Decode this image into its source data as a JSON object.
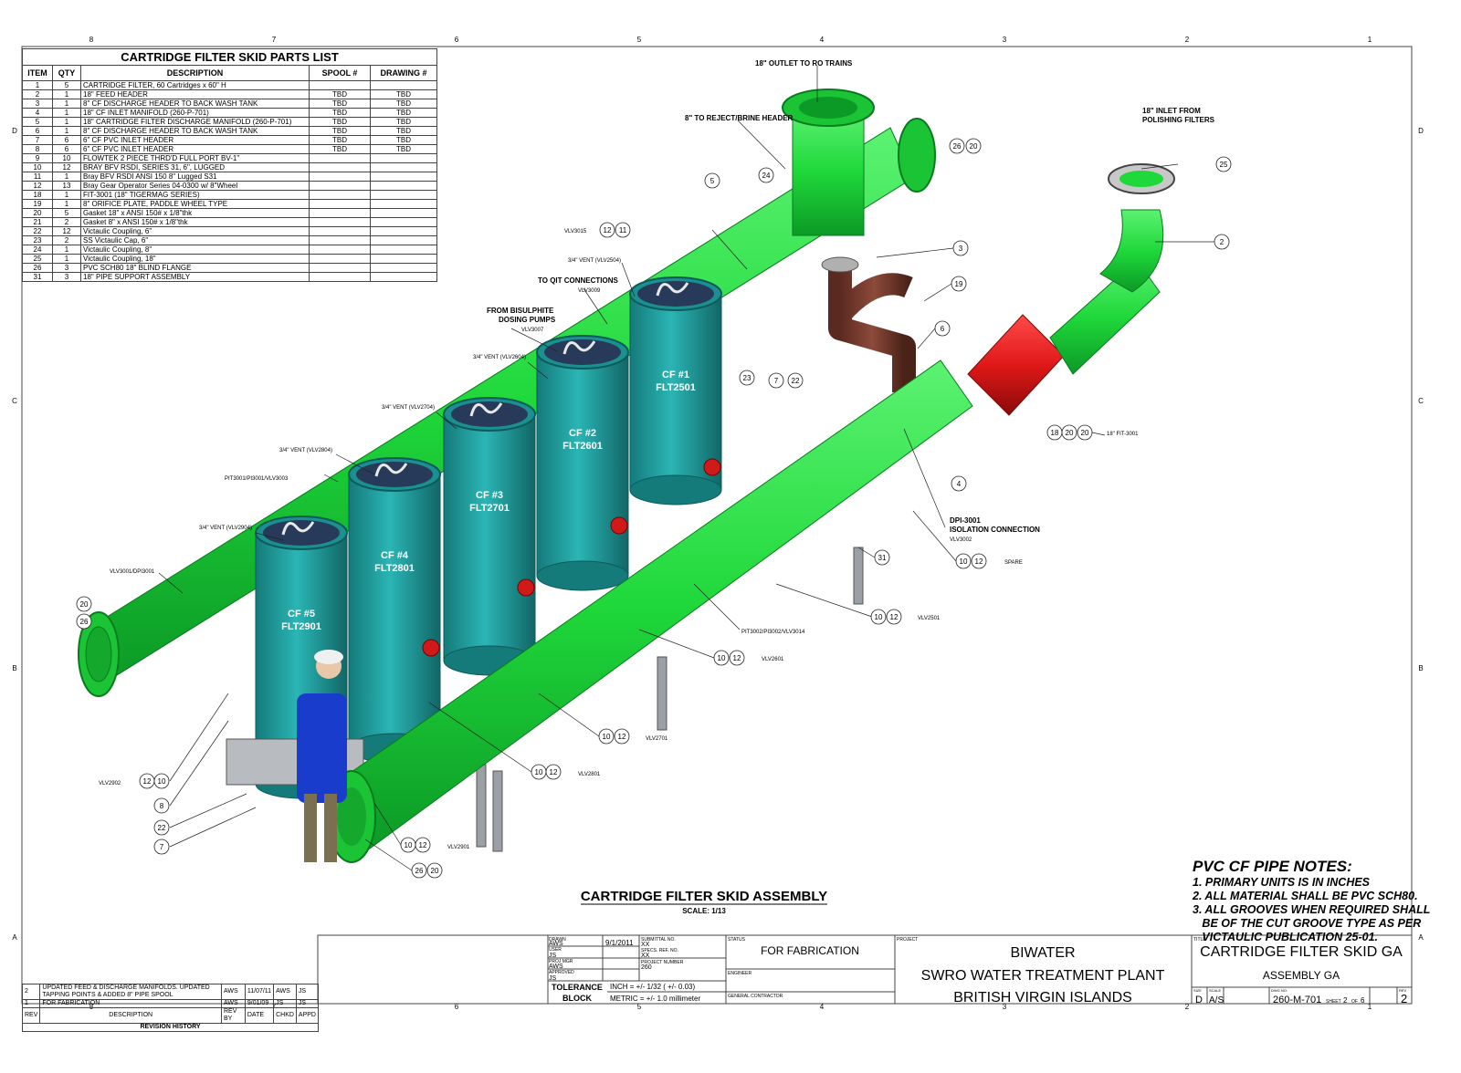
{
  "grid": {
    "cols": [
      "8",
      "7",
      "6",
      "5",
      "4",
      "3",
      "2",
      "1"
    ],
    "rows": [
      "D",
      "C",
      "B",
      "A"
    ]
  },
  "parts_list": {
    "title": "CARTRIDGE FILTER SKID PARTS LIST",
    "headers": [
      "ITEM",
      "QTY",
      "DESCRIPTION",
      "SPOOL #",
      "DRAWING #"
    ],
    "rows": [
      [
        "1",
        "5",
        "CARTRIDGE FILTER, 60 Cartridges x 60\" H",
        "",
        ""
      ],
      [
        "2",
        "1",
        "18\" FEED HEADER",
        "TBD",
        "TBD"
      ],
      [
        "3",
        "1",
        "8\" CF DISCHARGE HEADER TO BACK WASH TANK",
        "TBD",
        "TBD"
      ],
      [
        "4",
        "1",
        "18\" CF INLET MANIFOLD (260-P-701)",
        "TBD",
        "TBD"
      ],
      [
        "5",
        "1",
        "18\" CARTRIDGE FILTER DISCHARGE MANIFOLD  (260-P-701)",
        "TBD",
        "TBD"
      ],
      [
        "6",
        "1",
        "8\" CF DISCHARGE HEADER TO BACK WASH TANK",
        "TBD",
        "TBD"
      ],
      [
        "7",
        "6",
        "6\" CF PVC INLET HEADER",
        "TBD",
        "TBD"
      ],
      [
        "8",
        "6",
        "6\" CF PVC INLET HEADER",
        "TBD",
        "TBD"
      ],
      [
        "9",
        "10",
        "FLOWTEK 2 PIECE THRD'D FULL PORT BV-1\"",
        "",
        ""
      ],
      [
        "10",
        "12",
        "BRAY BFV RSDI, SERIES 31, 6\", LUGGED",
        "",
        ""
      ],
      [
        "11",
        "1",
        "Bray BFV RSDI ANSI 150 8\" Lugged S31",
        "",
        ""
      ],
      [
        "12",
        "13",
        "Bray Gear Operator Series 04-0300 w/ 8\"Wheel",
        "",
        ""
      ],
      [
        "18",
        "1",
        "FIT-3001 (18\" TIGERMAG SERIES)",
        "",
        ""
      ],
      [
        "19",
        "1",
        "8\" ORIFICE PLATE, PADDLE WHEEL TYPE",
        "",
        ""
      ],
      [
        "20",
        "5",
        "Gasket 18\" x ANSI 150# x 1/8\"thk",
        "",
        ""
      ],
      [
        "21",
        "2",
        "Gasket 8\" x ANSI 150# x 1/8\"thk",
        "",
        ""
      ],
      [
        "22",
        "12",
        "Victaulic Coupling, 6\"",
        "",
        ""
      ],
      [
        "23",
        "2",
        "SS Victaulic Cap, 6\"",
        "",
        ""
      ],
      [
        "24",
        "1",
        "Victaulic Coupling, 8\"",
        "",
        ""
      ],
      [
        "25",
        "1",
        "Victaulic Coupling, 18\"",
        "",
        ""
      ],
      [
        "26",
        "3",
        "PVC SCH80 18\" BLIND FLANGE",
        "",
        ""
      ],
      [
        "31",
        "3",
        "18\" PIPE SUPPORT ASSEMBLY",
        "",
        ""
      ]
    ]
  },
  "filters": [
    {
      "line1": "CF #1",
      "line2": "FLT2501"
    },
    {
      "line1": "CF #2",
      "line2": "FLT2601"
    },
    {
      "line1": "CF #3",
      "line2": "FLT2701"
    },
    {
      "line1": "CF #4",
      "line2": "FLT2801"
    },
    {
      "line1": "CF #5",
      "line2": "FLT2901"
    }
  ],
  "callouts": {
    "outlet": "18\" OUTLET TO  RO TRAINS",
    "reject": "8\" TO REJECT/BRINE HEADER",
    "inlet_1": "18\" INLET FROM",
    "inlet_2": "POLISHING FILTERS",
    "qit": "TO QIT CONNECTIONS",
    "vlv3009": "VLV3009",
    "bisulphite_1": "FROM BISULPHITE",
    "bisulphite_2": "DOSING PUMPS",
    "vlv3007": "VLV3007",
    "vlv3015": "VLV3015",
    "vent2504": "3/4\" VENT (VLV2504)",
    "vent2604": "3/4\" VENT (VLV2604)",
    "vent2704": "3/4\" VENT (VLV2704)",
    "vent2804": "3/4\" VENT (VLV2804)",
    "vent2904": "3/4\" VENT (VLV2904)",
    "pit3001": "PIT3001/PI3001/VLV3003",
    "vlv3001": "VLV3001/DPI3001",
    "dpi_1": "DPI-3001",
    "dpi_2": "ISOLATION CONNECTION",
    "vlv3002": "VLV3002",
    "spare": "SPARE",
    "fit3001": "18\" FIT-3001",
    "pit3002": "PIT3002/PI3002/VLV3014",
    "vlv2501": "VLV2501",
    "vlv2601": "VLV2601",
    "vlv2701": "VLV2701",
    "vlv2801": "VLV2801",
    "vlv2901": "VLV2901",
    "vlv2902": "VLV2902"
  },
  "balloons": {
    "b26a": "26",
    "b20a": "20",
    "b24": "24",
    "b5": "5",
    "b25": "25",
    "b2": "2",
    "b3": "3",
    "b19": "19",
    "b6": "6",
    "b12a": "12",
    "b11": "11",
    "b23": "23",
    "b7a": "7",
    "b22a": "22",
    "b18": "18",
    "b20b": "20",
    "b20c": "20",
    "b4": "4",
    "b31": "31",
    "b10a": "10",
    "b12b": "12",
    "b10b": "10",
    "b12c": "12",
    "b10c": "10",
    "b12d": "12",
    "b10d": "10",
    "b12e": "12",
    "b10e": "10",
    "b12f": "12",
    "b10f": "10",
    "b12g": "12",
    "b20d": "20",
    "b26b": "26",
    "b12h": "12",
    "b10g": "10",
    "b8": "8",
    "b22b": "22",
    "b7b": "7",
    "b26c": "26",
    "b20e": "20"
  },
  "assembly_title": "CARTRIDGE FILTER SKID ASSEMBLY",
  "scale": "SCALE: 1/13",
  "notes": {
    "title": "PVC CF PIPE NOTES:",
    "n1": "1. PRIMARY UNITS IS IN INCHES",
    "n2": "2. ALL MATERIAL SHALL BE PVC SCH80.",
    "n3a": "3. ALL GROOVES WHEN REQUIRED SHALL",
    "n3b": "   BE OF THE CUT GROOVE TYPE AS PER",
    "n3c": "   VICTAULIC PUBLICATION 25-01."
  },
  "revision": {
    "rows": [
      [
        "2",
        "UPDATED FEED & DISCHARGE MANIFOLDS. UPDATED TAPPING POINTS & ADDED 8\" PIPE SPOOL",
        "AWS",
        "11/07/11",
        "AWS",
        "JS"
      ],
      [
        "1",
        "FOR FABRICATION",
        "AWS",
        "9/01/09",
        "JS",
        "JS"
      ]
    ],
    "headers": [
      "REV",
      "DESCRIPTION",
      "REV BY",
      "DATE",
      "CHKD",
      "APPD"
    ],
    "title": "REVISION HISTORY"
  },
  "title_block": {
    "drawn_lbl": "DRAWN",
    "drawn": "AWS",
    "date": "9/1/2011",
    "user_lbl": "USER",
    "user": "JS",
    "pm_lbl": "PROJ MGR",
    "pm": "AWS",
    "approved_lbl": "APPROVED",
    "approved": "JS",
    "submittal_lbl": "SUBMITTAL NO.",
    "submittal": "XX",
    "specs_lbl": "SPECS. REF. NO.",
    "specs": "XX",
    "projno_lbl": "PROJECT NUMBER",
    "projno": "260",
    "status_lbl": "STATUS",
    "status": "FOR FABRICATION",
    "engineer_lbl": "ENGINEER",
    "gc_lbl": "GENERAL CONTRACTOR",
    "tol_1": "TOLERANCE",
    "tol_2": "BLOCK",
    "tol_inch": "INCH = +/- 1/32 ( +/- 0.03)",
    "tol_metric": "METRIC = +/- 1.0 millimeter",
    "project_lbl": "PROJECT",
    "proj1": "BIWATER",
    "proj2": "SWRO WATER TREATMENT PLANT",
    "proj3": "BRITISH VIRGIN ISLANDS",
    "title_lbl": "TITLE",
    "title1": "CARTRIDGE FILTER SKID GA",
    "title2": "ASSEMBLY GA",
    "size_lbl": "SIZE",
    "size": "D",
    "scale_lbl": "SCALE",
    "scale": "A/S",
    "dwg_lbl": "DWG NO.",
    "dwg": "260-M-701",
    "sheet_lbl": "SHEET",
    "sheet": "2",
    "of_lbl": "OF",
    "of": "6",
    "rev_lbl": "REV",
    "rev": "2"
  },
  "colors": {
    "pipe_green": "#1fd83a",
    "pipe_dark": "#0c9a26",
    "filter_teal": "#1fa0a0",
    "filter_dark": "#157a7a",
    "brown": "#7a3b2e",
    "meter_red": "#e01818",
    "valve_red": "#d01a1a",
    "steel": "#9aa0a6"
  }
}
